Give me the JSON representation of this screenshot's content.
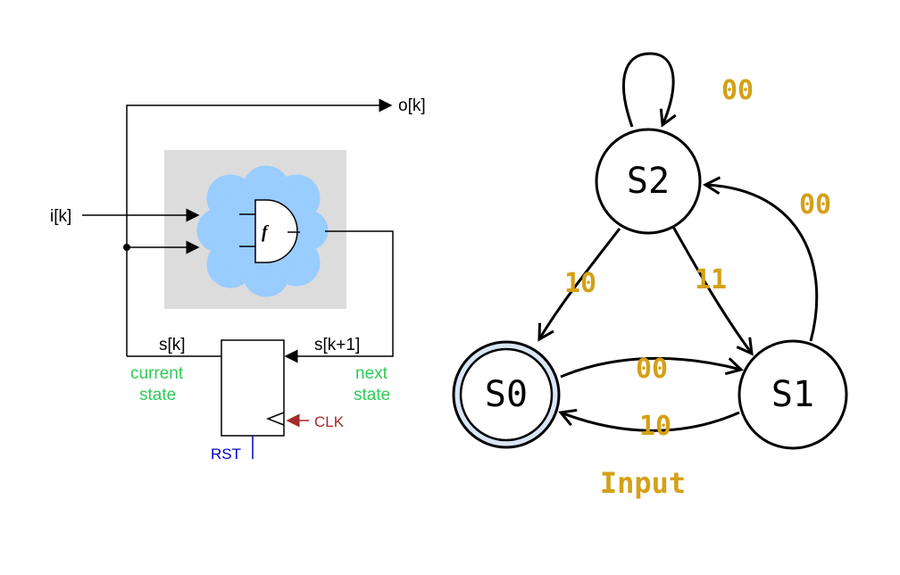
{
  "circuit": {
    "input_label": "i[k]",
    "output_label": "o[k]",
    "function_label": "f",
    "state_label": "s[k]",
    "next_state_label": "s[k+1]",
    "current_state_line1": "current",
    "current_state_line2": "state",
    "next_state_line1": "next",
    "next_state_line2": "state",
    "clock_label": "CLK",
    "reset_label": "RST"
  },
  "fsm": {
    "states": [
      "S0",
      "S1",
      "S2"
    ],
    "initial_state": "S0",
    "caption": "Input",
    "transitions": [
      {
        "from": "S2",
        "to": "S2",
        "label": "00"
      },
      {
        "from": "S1",
        "to": "S2",
        "label": "00"
      },
      {
        "from": "S2",
        "to": "S0",
        "label": "10"
      },
      {
        "from": "S2",
        "to": "S1",
        "label": "11"
      },
      {
        "from": "S0",
        "to": "S1",
        "label": "00"
      },
      {
        "from": "S1",
        "to": "S0",
        "label": "10"
      }
    ]
  },
  "colors": {
    "transition_label": "#d4a017",
    "state_text_green": "#2ecc55",
    "clock": "#a52a2a",
    "reset": "#0000cc",
    "cloud_fill": "#99ccff",
    "logic_background": "#dcdcdc",
    "initial_state_ring": "#d9e6f7"
  }
}
